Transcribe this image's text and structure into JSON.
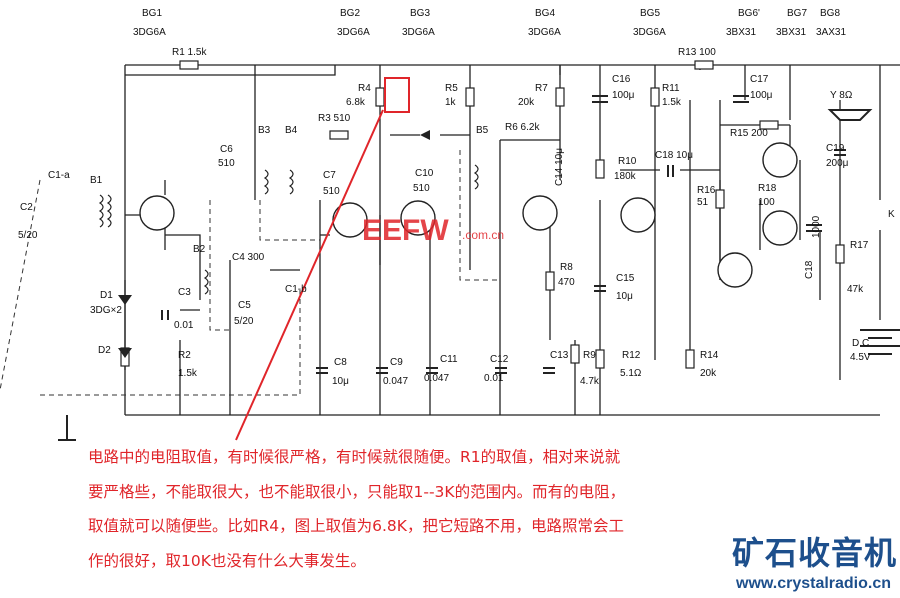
{
  "transistors": [
    {
      "name": "BG1",
      "type": "3DG6A"
    },
    {
      "name": "BG2",
      "type": "3DG6A"
    },
    {
      "name": "BG3",
      "type": "3DG6A"
    },
    {
      "name": "BG4",
      "type": "3DG6A"
    },
    {
      "name": "BG5",
      "type": "3DG6A"
    },
    {
      "name": "BG6'",
      "type": "3BX31"
    },
    {
      "name": "BG7",
      "type": "3BX31"
    },
    {
      "name": "BG8",
      "type": "3AX31"
    }
  ],
  "components": {
    "r1": "R1 1.5k",
    "r13": "R13 100",
    "r4": "R4",
    "r4v": "6.8k",
    "r5": "R5",
    "r5v": "1k",
    "r7": "R7",
    "r7v": "20k",
    "c16": "C16",
    "c16v": "100μ",
    "r11": "R11",
    "r11v": "1.5k",
    "c17": "C17",
    "c17v": "100μ",
    "spk": "Y 8Ω",
    "r3": "R3 510",
    "b3": "B3",
    "b4": "B4",
    "r6": "R6 6.2k",
    "b5": "B5",
    "r15": "R15 200",
    "c19": "C19",
    "c19v": "200μ",
    "c6": "C6",
    "c6v": "510",
    "c7": "C7",
    "c7v": "510",
    "c10": "C10",
    "c10v": "510",
    "c14": "C14 10μ",
    "r10": "R10",
    "r10v": "180k",
    "c18": "C18 10μ",
    "r16": "R16",
    "r16v": "51",
    "r18": "R18",
    "r18v": "100",
    "c1a": "C1-a",
    "b1": "B1",
    "c2": "C2",
    "c2v": "5/20",
    "b2": "B2",
    "c4": "C4 300",
    "c5": "C5",
    "c5v": "5/20",
    "c1b": "C1-b",
    "d1": "D1",
    "d1v": "3DG×2",
    "d2": "D2",
    "c3": "C3",
    "c3v": "0.01",
    "r2": "R2",
    "r2v": "1.5k",
    "c8": "C8",
    "c8v": "10μ",
    "c9": "C9",
    "c9v": "0.047",
    "c11": "C11",
    "c11v": "0.047",
    "c12": "C12",
    "c12v": "0.01",
    "c13": "C13",
    "r9": "R9",
    "r9v": "4.7k",
    "r8": "R8",
    "r8v": "470",
    "c15": "C15",
    "c15v": "10μ",
    "r12": "R12",
    "r12v": "5.1Ω",
    "r14": "R14",
    "r14v": "20k",
    "c18b": "C18",
    "c18bv": "1000",
    "r17": "R17",
    "r17v": "47k",
    "k": "K",
    "dc": "D.C",
    "dcv": "4.5V"
  },
  "watermark": {
    "main": "EEFW",
    "sub": ".com.cn"
  },
  "annotation": {
    "lines": [
      "电路中的电阻取值，有时候很严格，有时候就很随便。R1的取值，相对来说就",
      "要严格些，不能取很大，也不能取很小，只能取1--3K的范围内。而有的电阻，",
      "取值就可以随便些。比如R4，图上取值为6.8K，把它短路不用，电路照常会工",
      "作的很好，取10K也没有什么大事发生。"
    ],
    "highlight_color": "#e0252a"
  },
  "logo": {
    "title": "矿石收音机",
    "url": "www.crystalradio.cn",
    "color": "#1d4f8c"
  }
}
